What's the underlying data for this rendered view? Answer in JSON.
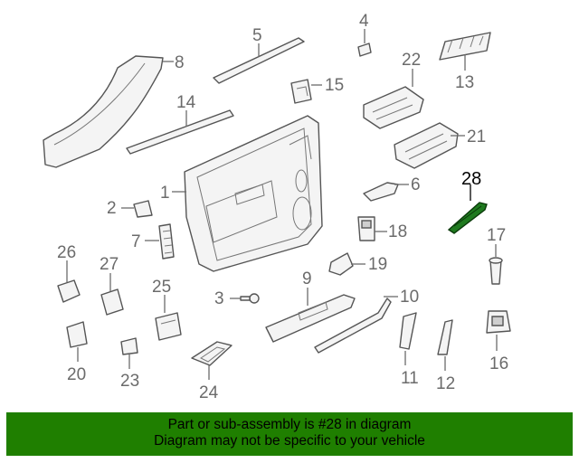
{
  "diagram": {
    "highlight_color": "#1f7a1f",
    "callouts": {
      "c1": "1",
      "c2": "2",
      "c3": "3",
      "c4": "4",
      "c5": "5",
      "c6": "6",
      "c7": "7",
      "c8": "8",
      "c9": "9",
      "c10": "10",
      "c11": "11",
      "c12": "12",
      "c13": "13",
      "c14": "14",
      "c15": "15",
      "c16": "16",
      "c17": "17",
      "c18": "18",
      "c19": "19",
      "c20": "20",
      "c21": "21",
      "c22": "22",
      "c23": "23",
      "c24": "24",
      "c25": "25",
      "c26": "26",
      "c27": "27",
      "c28": "28"
    },
    "highlighted_callout": "28"
  },
  "banner": {
    "line1": "Part or sub-assembly is #28 in diagram",
    "line2": "Diagram may not be specific to your vehicle",
    "background": "#1f7f00"
  }
}
